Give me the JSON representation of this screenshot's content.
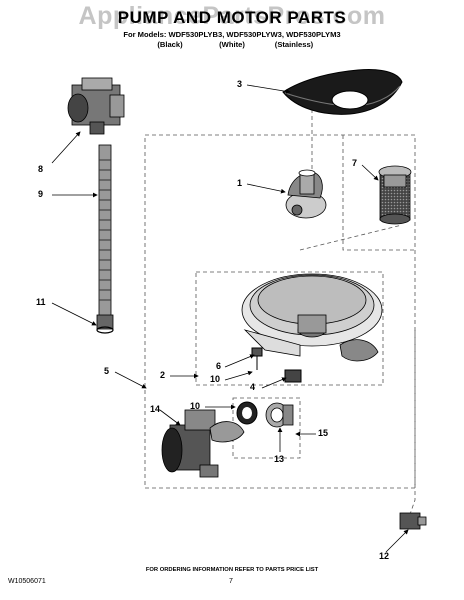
{
  "watermark": "AppliancePartsPros.com",
  "title": "PUMP AND MOTOR PARTS",
  "models_line": "For Models: WDF530PLYB3, WDF530PLYW3, WDF530PLYM3",
  "variants": [
    "(Black)",
    "(White)",
    "(Stainless)"
  ],
  "callouts": [
    "1",
    "2",
    "3",
    "4",
    "5",
    "6",
    "7",
    "8",
    "9",
    "10",
    "10",
    "11",
    "12",
    "13",
    "14",
    "15"
  ],
  "footer_note": "FOR ORDERING INFORMATION REFER TO PARTS PRICE LIST",
  "doc_number": "W10506071",
  "page_number": "7"
}
